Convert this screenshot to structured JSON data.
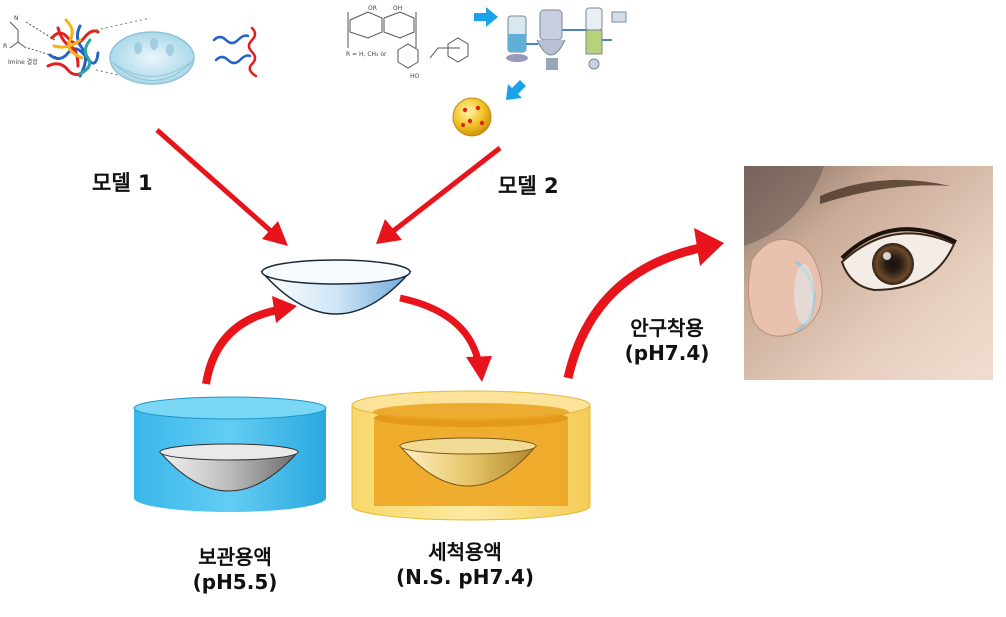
{
  "labels": {
    "model1": "모델 1",
    "model2": "모델 2",
    "wear": "안구착용",
    "wear_ph": "(pH7.4)",
    "storage": "보관용액",
    "storage_ph": "(pH5.5)",
    "clean": "세척용액",
    "clean_ph": "(N.S. pH7.4)",
    "imine": "Imine 결합",
    "chem_r_group": "R = H, CH₃ or"
  },
  "colors": {
    "arrow_red": "#e8141b",
    "arrow_blue": "#1aa3e8",
    "storage_solution": "#4cc3ee",
    "cleaning_solution": "#f3c03a",
    "cone_light": "#cfe6f7"
  },
  "icons": [
    "lens-cone-icon",
    "particle-icon",
    "eye-photo"
  ]
}
